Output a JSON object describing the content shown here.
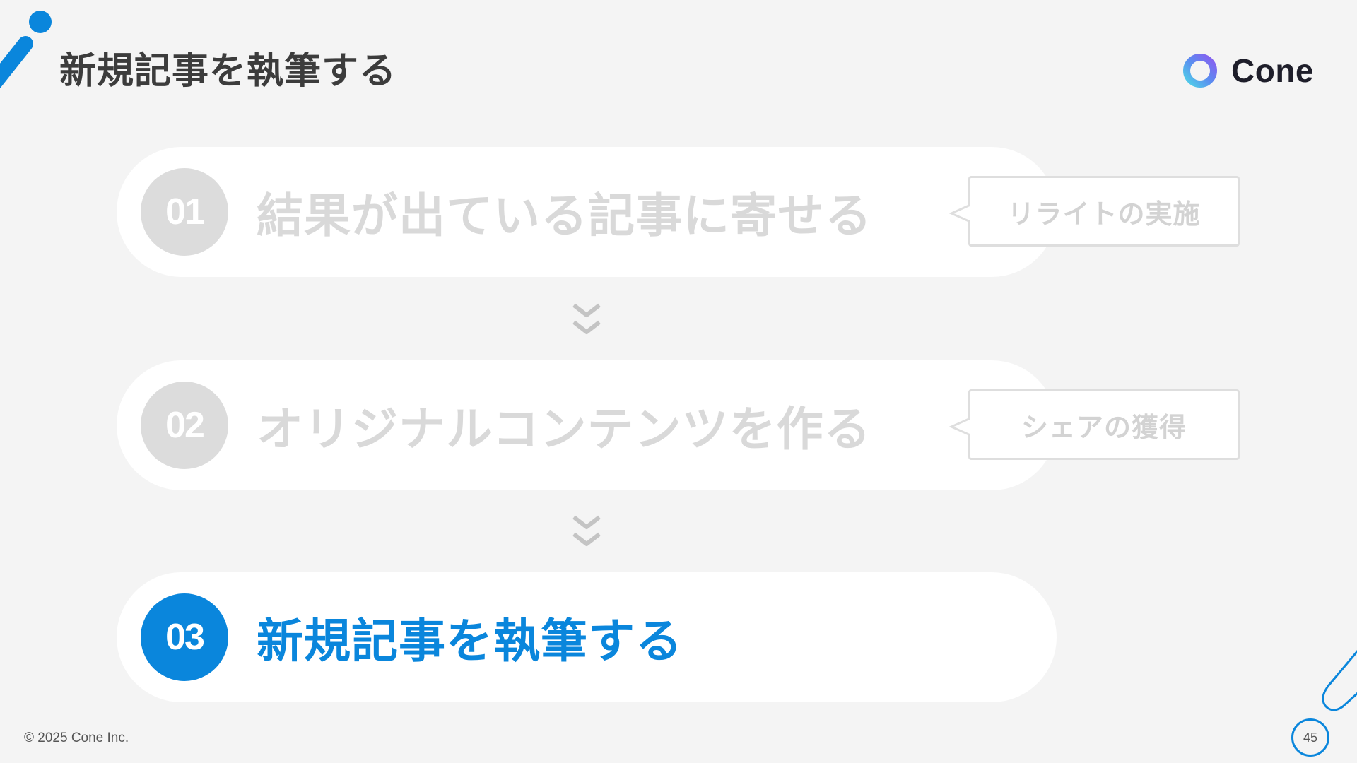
{
  "header": {
    "title": "新規記事を執筆する"
  },
  "brand": {
    "name": "Cone",
    "logo_icon": "ring-logo-icon",
    "accent": "#0a86dc"
  },
  "steps": [
    {
      "number": "01",
      "label": "結果が出ている記事に寄せる",
      "callout": "リライトの実施",
      "state": "inactive"
    },
    {
      "number": "02",
      "label": "オリジナルコンテンツを作る",
      "callout": "シェアの獲得",
      "state": "inactive"
    },
    {
      "number": "03",
      "label": "新規記事を執筆する",
      "state": "active"
    }
  ],
  "connector_icon": "double-chevron-down-icon",
  "footer": {
    "copyright": "© 2025 Cone Inc.",
    "page_number": "45"
  },
  "colors": {
    "accent": "#0a86dc",
    "inactive_circle": "#dcdcdc",
    "inactive_text": "#d9d9d9",
    "background": "#f4f4f4"
  }
}
